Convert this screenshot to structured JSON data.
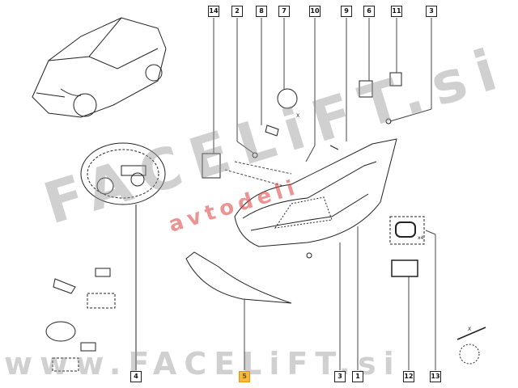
{
  "watermarks": {
    "main": "FACELiFT.si",
    "sub": "avtodeli",
    "footer": "www.FACELiFT.si"
  },
  "top_callouts": [
    "14",
    "2",
    "8",
    "7",
    "10",
    "9",
    "6",
    "11",
    "3"
  ],
  "bottom_callouts": [
    "4",
    "5",
    "3",
    "1",
    "12",
    "13"
  ],
  "highlighted_callout": "5",
  "annotations": {
    "qty": "x4",
    "dim": "X"
  },
  "colors": {
    "highlight": "#f6b93b"
  }
}
